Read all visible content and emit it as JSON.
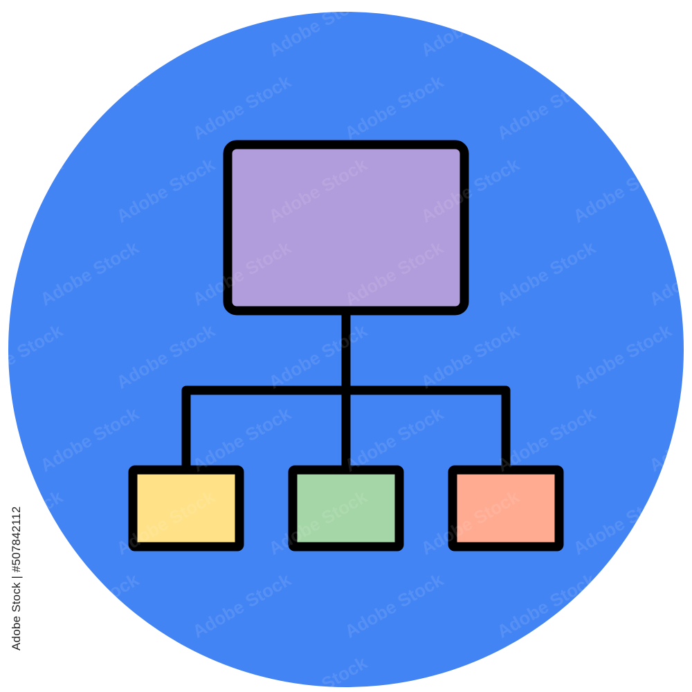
{
  "icon": {
    "name": "hierarchy-structure-icon",
    "circle_color": "#4384F4",
    "stroke_color": "#000000",
    "boxes": [
      {
        "role": "parent",
        "color": "#B19CDC"
      },
      {
        "role": "child-left",
        "color": "#FFE187"
      },
      {
        "role": "child-middle",
        "color": "#A5D6A7"
      },
      {
        "role": "child-right",
        "color": "#FFAB91"
      }
    ]
  },
  "stock_id": "Adobe Stock | #507842112",
  "watermark": "Adobe Stock"
}
